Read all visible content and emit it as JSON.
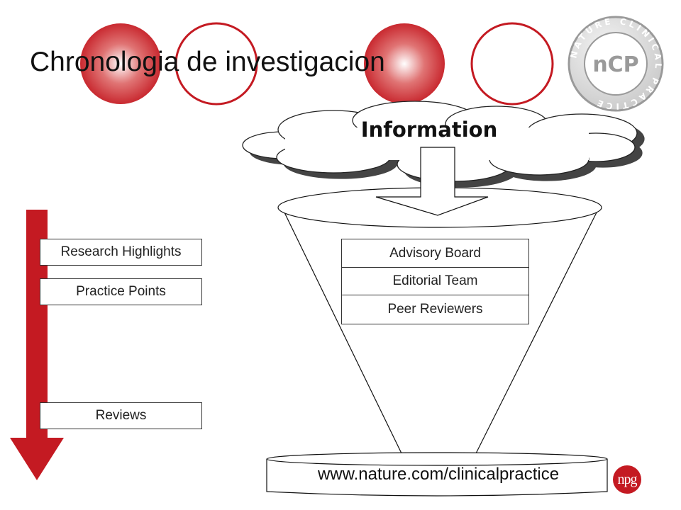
{
  "title": "Chronologia de investigacion",
  "cloud": {
    "label": "Information"
  },
  "timeline": [
    {
      "label": "Research Highlights"
    },
    {
      "label": "Practice Points"
    },
    {
      "label": "Reviews"
    }
  ],
  "funnel_filters": [
    {
      "label": "Advisory Board"
    },
    {
      "label": "Editorial Team"
    },
    {
      "label": "Peer Reviewers"
    }
  ],
  "footer": {
    "url": "www.nature.com/clinicalpractice"
  },
  "logos": {
    "ncp_ring_text": "NATURE CLINICAL PRACTICE",
    "ncp_center": "nCP",
    "npg": "npg"
  },
  "colors": {
    "accent_red": "#c41a22",
    "dark_red": "#a5141b",
    "seal_grey": "#9a9a9a"
  }
}
